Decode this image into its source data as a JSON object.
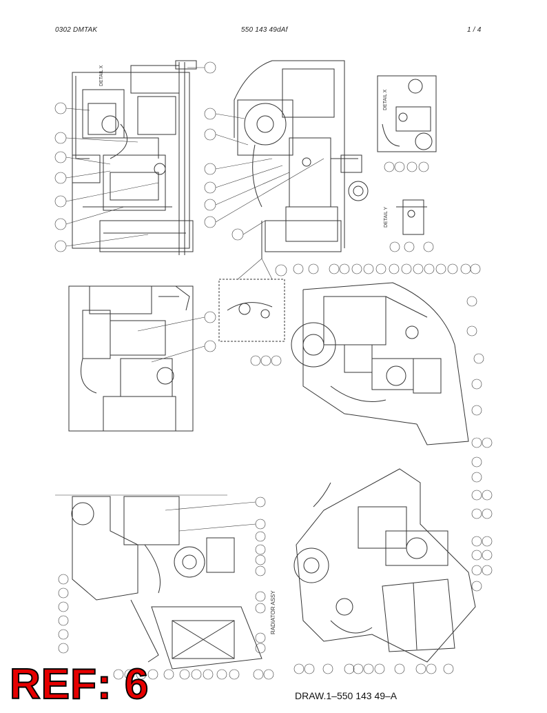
{
  "header": {
    "doc_code": "0302   DMTAK",
    "doc_number": "550 143 49dAf",
    "page": "1 /   4"
  },
  "labels": {
    "detail_x_top": "DETAIL X",
    "detail_x_right": "DETAIL X",
    "detail_y": "DETAIL Y",
    "radiator": "RADIATOR ASSY"
  },
  "footer": {
    "ref": "REF: 6",
    "drawing": "DRAW.1–550 143 49–A"
  }
}
